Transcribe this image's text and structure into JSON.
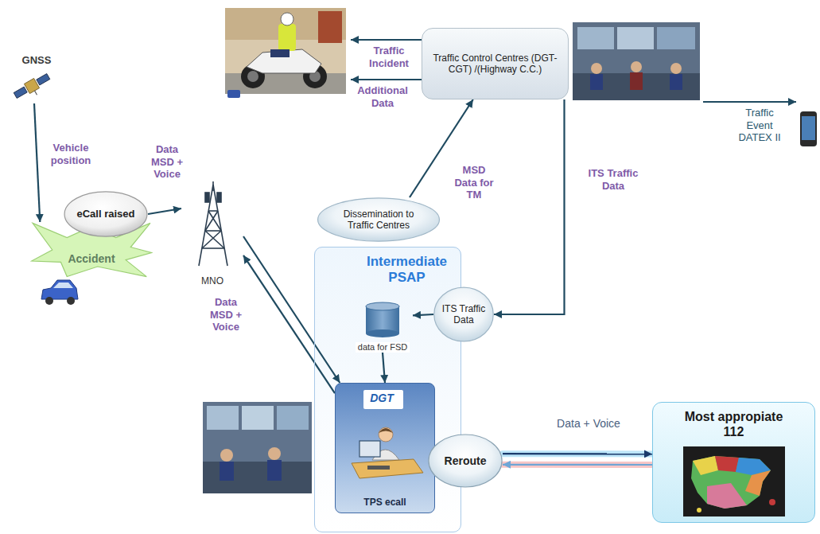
{
  "diagram": {
    "nodes": [
      {
        "text": [
          "GNSS"
        ]
      },
      {
        "text": [
          "eCall raised"
        ]
      },
      {
        "text": [
          "Accident"
        ]
      },
      {
        "text": [
          "MNO"
        ]
      },
      {
        "text": [
          "Traffic Control Centres (DGT-CGT) /(Highway C.C.)"
        ]
      },
      {
        "text": [
          "Dissemination to Traffic Centres"
        ]
      },
      {
        "text": [
          "Intermediate PSAP"
        ]
      },
      {
        "text": [
          "ITS Traffic Data"
        ]
      },
      {
        "text": [
          "data for FSD"
        ],
        "in": 6
      },
      {
        "text": [
          "TPS ecall"
        ],
        "in": 6
      },
      {
        "text": [
          "Reroute"
        ]
      },
      {
        "text": [
          "Most appropiate 112"
        ]
      }
    ],
    "edges": [
      {
        "from": 0,
        "to": 2,
        "label": "Vehicle position",
        "arrow": "to"
      },
      {
        "from": 1,
        "to": 3,
        "label": "Data MSD + Voice",
        "arrow": "to"
      },
      {
        "from": 3,
        "to": 9,
        "label": "Data MSD + Voice",
        "arrow": "to"
      },
      {
        "from": 9,
        "to": 3,
        "arrow": "to"
      },
      {
        "from": 5,
        "to": 4,
        "label": "MSD Data for TM",
        "arrow": "to"
      },
      {
        "from": 4,
        "to": 7,
        "label": "ITS Traffic Data",
        "arrow": "to"
      },
      {
        "from": 7,
        "to": 8,
        "arrow": "to"
      },
      {
        "from": 8,
        "to": 9,
        "arrow": "to"
      },
      {
        "from": 10,
        "to": 11,
        "label": "Data + Voice",
        "arrow": "to"
      },
      {
        "from": 11,
        "to": 10,
        "arrow": "to"
      }
    ],
    "labels": [
      "Traffic Incident",
      "Additional Data",
      "Traffic Event DATEX II",
      "DGT"
    ]
  }
}
